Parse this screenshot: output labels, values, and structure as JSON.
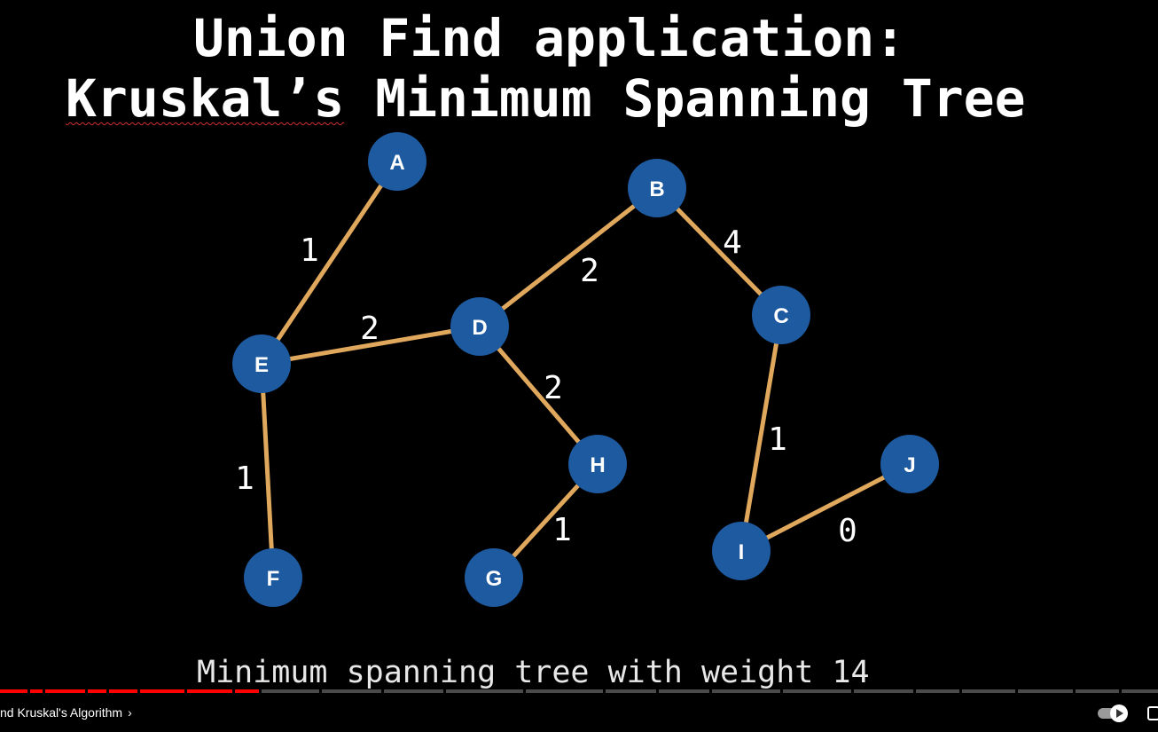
{
  "slide": {
    "title_line1": "Union Find application:",
    "title_line2_part1": "Kruskal’s",
    "title_line2_part2": " Minimum Spanning Tree",
    "caption": "Minimum spanning tree with weight 14"
  },
  "graph": {
    "node_color": "#1e5aa0",
    "edge_color": "#e0a85c",
    "nodes": {
      "A": "A",
      "B": "B",
      "C": "C",
      "D": "D",
      "E": "E",
      "F": "F",
      "G": "G",
      "H": "H",
      "I": "I",
      "J": "J"
    },
    "edges": {
      "A_E": "1",
      "E_D": "2",
      "D_B": "2",
      "B_C": "4",
      "D_H": "2",
      "E_F": "1",
      "H_G": "1",
      "C_I": "1",
      "I_J": "0"
    }
  },
  "player": {
    "chapter_title": "nd Kruskal's Algorithm",
    "chapter_chevron": "›",
    "progress_played_color": "#ff0000",
    "progress_fraction": 0.225
  }
}
